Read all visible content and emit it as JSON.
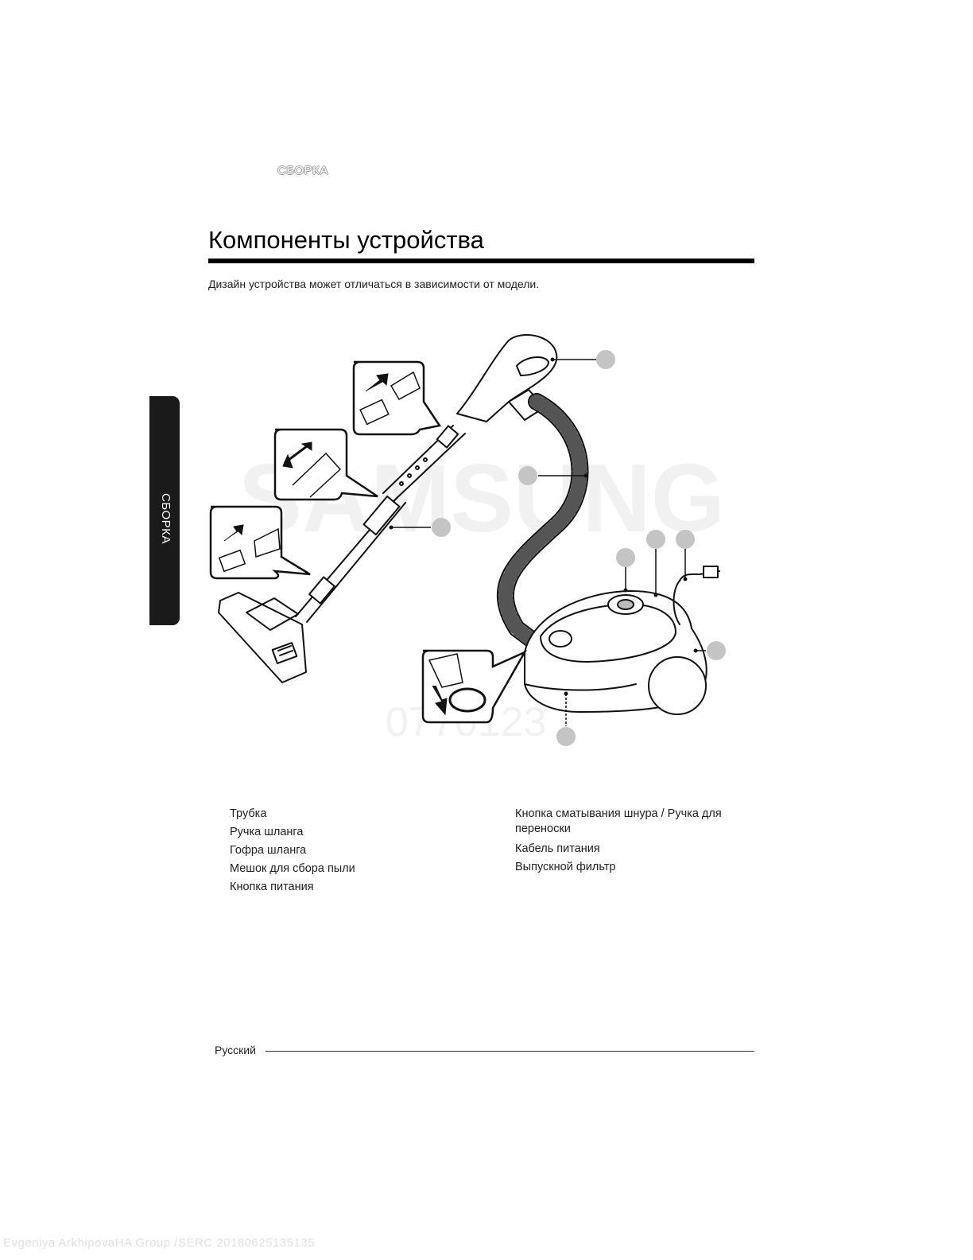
{
  "header": {
    "section_label": "СБОРКА"
  },
  "title": "Компоненты устройства",
  "subtitle": "Дизайн устройства может отличаться в зависимости от модели.",
  "side_tab": {
    "label": "СБОРКА"
  },
  "illustration": {
    "watermark_brand": "SAMSUNG",
    "watermark_code": "0770123"
  },
  "parts": {
    "left": [
      "Трубка",
      "Ручка шланга",
      "Гофра шланга",
      "Мешок для сбора пыли",
      "Кнопка питания"
    ],
    "right": [
      "Кнопка сматывания шнура / Ручка для переноски",
      "Кабель питания",
      "Выпускной фильтр"
    ]
  },
  "footer": {
    "language": "Русский",
    "stamp": "Evgeniya ArkhipovaHA Group /SERC 20180625135135"
  }
}
